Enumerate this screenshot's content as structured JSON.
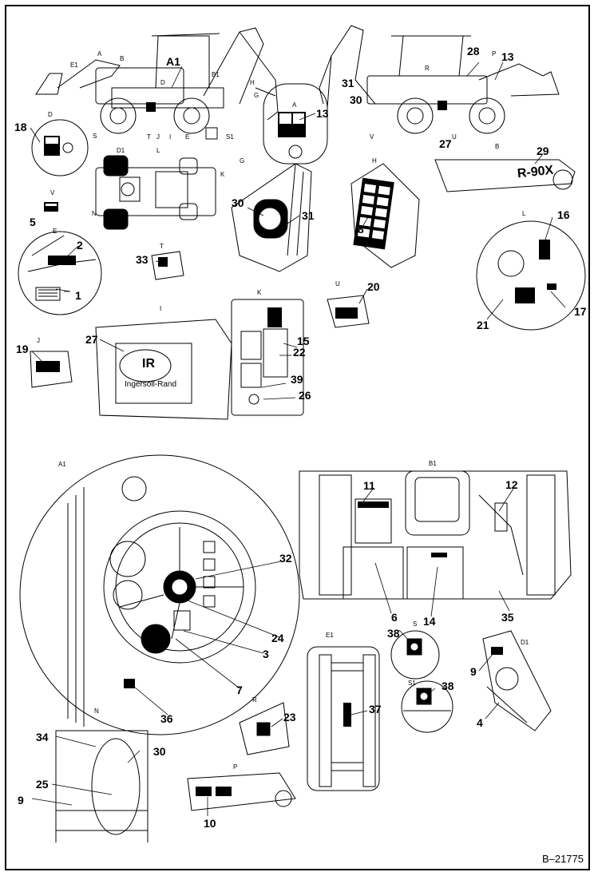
{
  "doc_id": "B–21775",
  "decal_text": {
    "brand": "Ingersoll-Rand",
    "logo": "IR",
    "model": "R-90X"
  },
  "labels": {
    "n1": "1",
    "n2": "2",
    "n3": "3",
    "n4": "4",
    "n5": "5",
    "n6": "6",
    "n7": "7",
    "n8": "8",
    "n9a": "9",
    "n9b": "9",
    "n10": "10",
    "n11": "11",
    "n12": "12",
    "n13a": "13",
    "n13b": "13",
    "n14": "14",
    "n15": "15",
    "n16": "16",
    "n17": "17",
    "n18": "18",
    "n19": "19",
    "n20": "20",
    "n21": "21",
    "n22": "22",
    "n23": "23",
    "n24": "24",
    "n25": "25",
    "n26": "26",
    "n27a": "27",
    "n27b": "27",
    "n28": "28",
    "n29": "29",
    "n30a": "30",
    "n30b": "30",
    "n30c": "30",
    "n31a": "31",
    "n31b": "31",
    "n32": "32",
    "n33": "33",
    "n34": "34",
    "n35": "35",
    "n36": "36",
    "n37": "37",
    "n38a": "38",
    "n38b": "38",
    "n39": "39"
  },
  "letters": {
    "A": "A",
    "A1": "A1",
    "B": "B",
    "B1": "B1",
    "D": "D",
    "D1": "D1",
    "E": "E",
    "E1": "E1",
    "G": "G",
    "H": "H",
    "I": "I",
    "J": "J",
    "K": "K",
    "L": "L",
    "N": "N",
    "P": "P",
    "R": "R",
    "S": "S",
    "S1": "S1",
    "T": "T",
    "U": "U",
    "V": "V"
  }
}
